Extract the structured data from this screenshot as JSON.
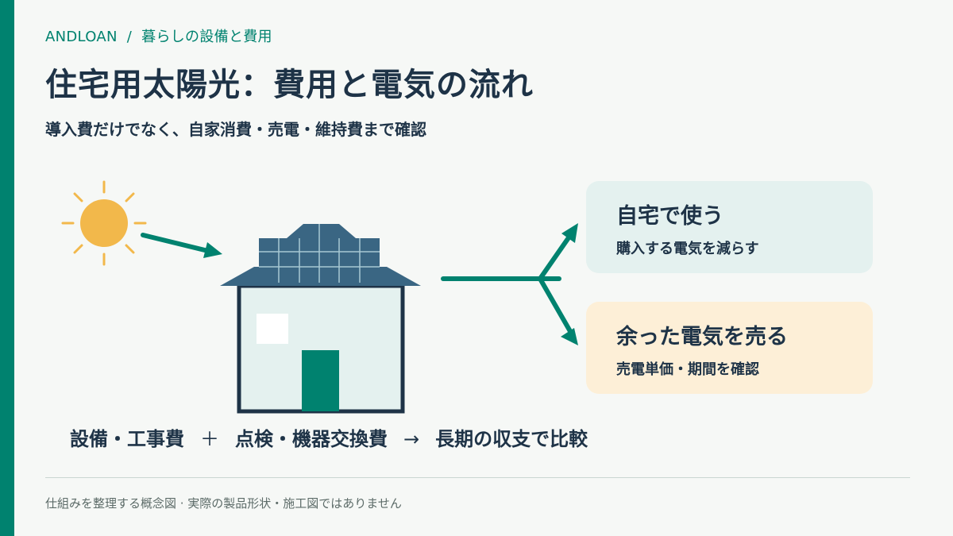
{
  "breadcrumb": {
    "brand": "ANDLOAN",
    "separator": "/",
    "section": "暮らしの設備と費用"
  },
  "title": "住宅用太陽光：費用と電気の流れ",
  "subtitle": "導入費だけでなく、自家消費・売電・維持費まで確認",
  "cards": [
    {
      "title": "自宅で使う",
      "text": "購入する電気を減らす"
    },
    {
      "title": "余った電気を売る",
      "text": "売電単価・期間を確認"
    }
  ],
  "formula": {
    "part1": "設備・工事費",
    "op1": "＋",
    "part2": "点検・機器交換費",
    "op2": "→",
    "part3": "長期の収支で比較"
  },
  "footnote": "仕組みを整理する概念図 · 実際の製品形状・施工図ではありません",
  "colors": {
    "accent": "#00826f",
    "navy": "#1e3347",
    "roof": "#3a6683",
    "sun": "#f2b84b",
    "wall": "#e4f1ef",
    "card_self": "#e4f1ef",
    "card_sell": "#fdefd7"
  }
}
